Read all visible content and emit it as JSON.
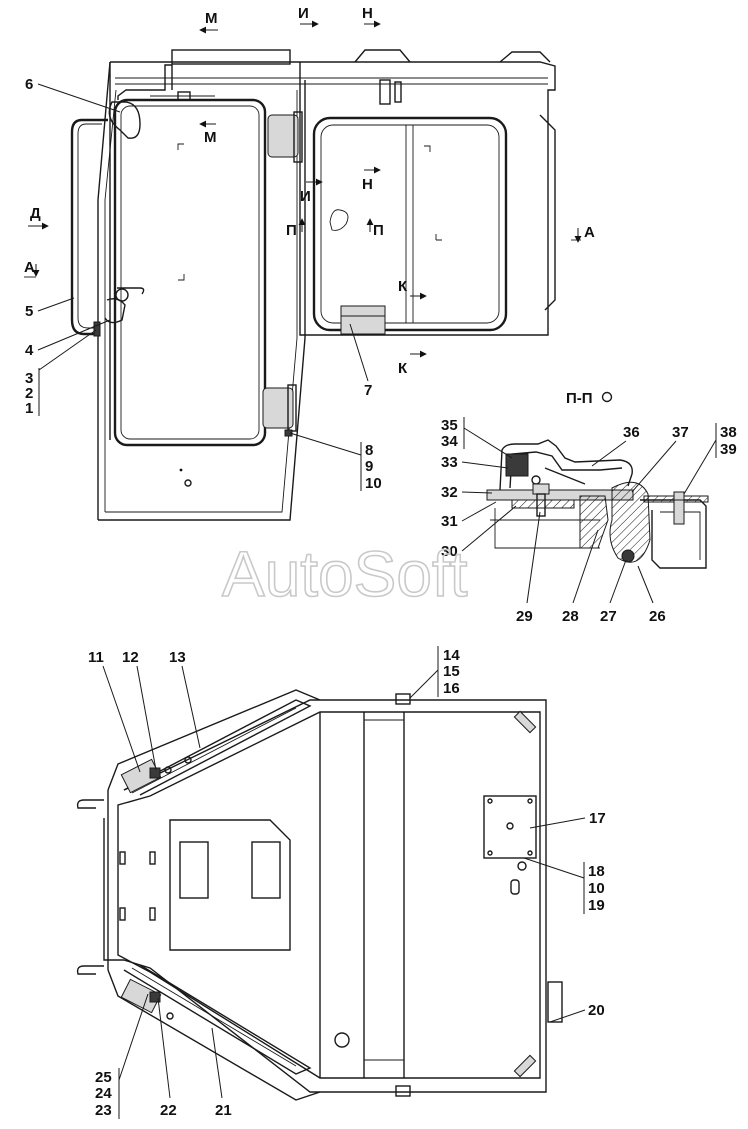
{
  "watermark": "AutoSoft",
  "section_title": "П-П",
  "view_marks": {
    "M_top": "М",
    "I_top": "И",
    "N_top": "Н",
    "M_door": "М",
    "D_left": "Д",
    "A_left": "А",
    "A_right": "А",
    "I_mid": "И",
    "N_mid": "Н",
    "P_left": "П",
    "P_right": "П",
    "K_mid": "К",
    "K_low": "К"
  },
  "callouts": {
    "c1": "1",
    "c2": "2",
    "c3": "3",
    "c4": "4",
    "c5": "5",
    "c6": "6",
    "c7": "7",
    "c8": "8",
    "c9": "9",
    "c10": "10",
    "c11": "11",
    "c12": "12",
    "c13": "13",
    "c14": "14",
    "c15": "15",
    "c16": "16",
    "c17": "17",
    "c18": "18",
    "c10b": "10",
    "c19": "19",
    "c20": "20",
    "c21": "21",
    "c22": "22",
    "c23": "23",
    "c24": "24",
    "c25": "25",
    "c26": "26",
    "c27": "27",
    "c28": "28",
    "c29": "29",
    "c30": "30",
    "c31": "31",
    "c32": "32",
    "c33": "33",
    "c34": "34",
    "c35": "35",
    "c36": "36",
    "c37": "37",
    "c38": "38",
    "c39": "39"
  }
}
